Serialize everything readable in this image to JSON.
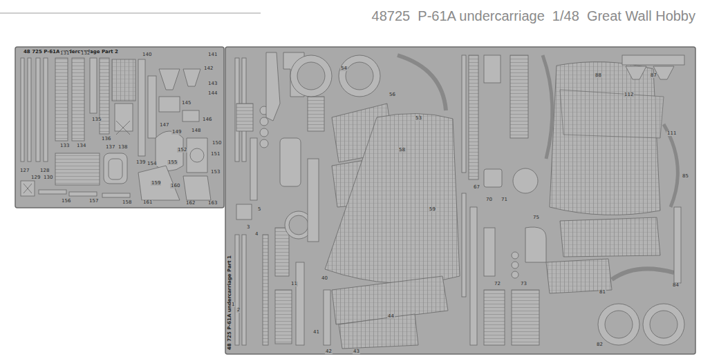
{
  "diagram": {
    "title": "48725  P-61A undercarriage  1/48  Great Wall Hobby",
    "labels": [
      "48 725 P-61A undercarriage Part 2",
      "48 725 P-61A undercarriage Part 1",
      "127",
      "128",
      "129",
      "130",
      "131",
      "132",
      "133",
      "134",
      "135",
      "136",
      "137",
      "138",
      "139",
      "140",
      "141",
      "142",
      "143",
      "144",
      "145",
      "146",
      "147",
      "148",
      "149",
      "150",
      "151",
      "152",
      "153",
      "154",
      "155",
      "156",
      "157",
      "158",
      "159",
      "160",
      "161",
      "162",
      "163",
      "1",
      "2",
      "3",
      "4",
      "5",
      "11",
      "40",
      "41",
      "42",
      "43",
      "44",
      "53",
      "54",
      "56",
      "58",
      "59",
      "67",
      "70",
      "71",
      "72",
      "73",
      "75",
      "81",
      "82",
      "84",
      "85",
      "87",
      "88",
      "111",
      "112"
    ]
  }
}
